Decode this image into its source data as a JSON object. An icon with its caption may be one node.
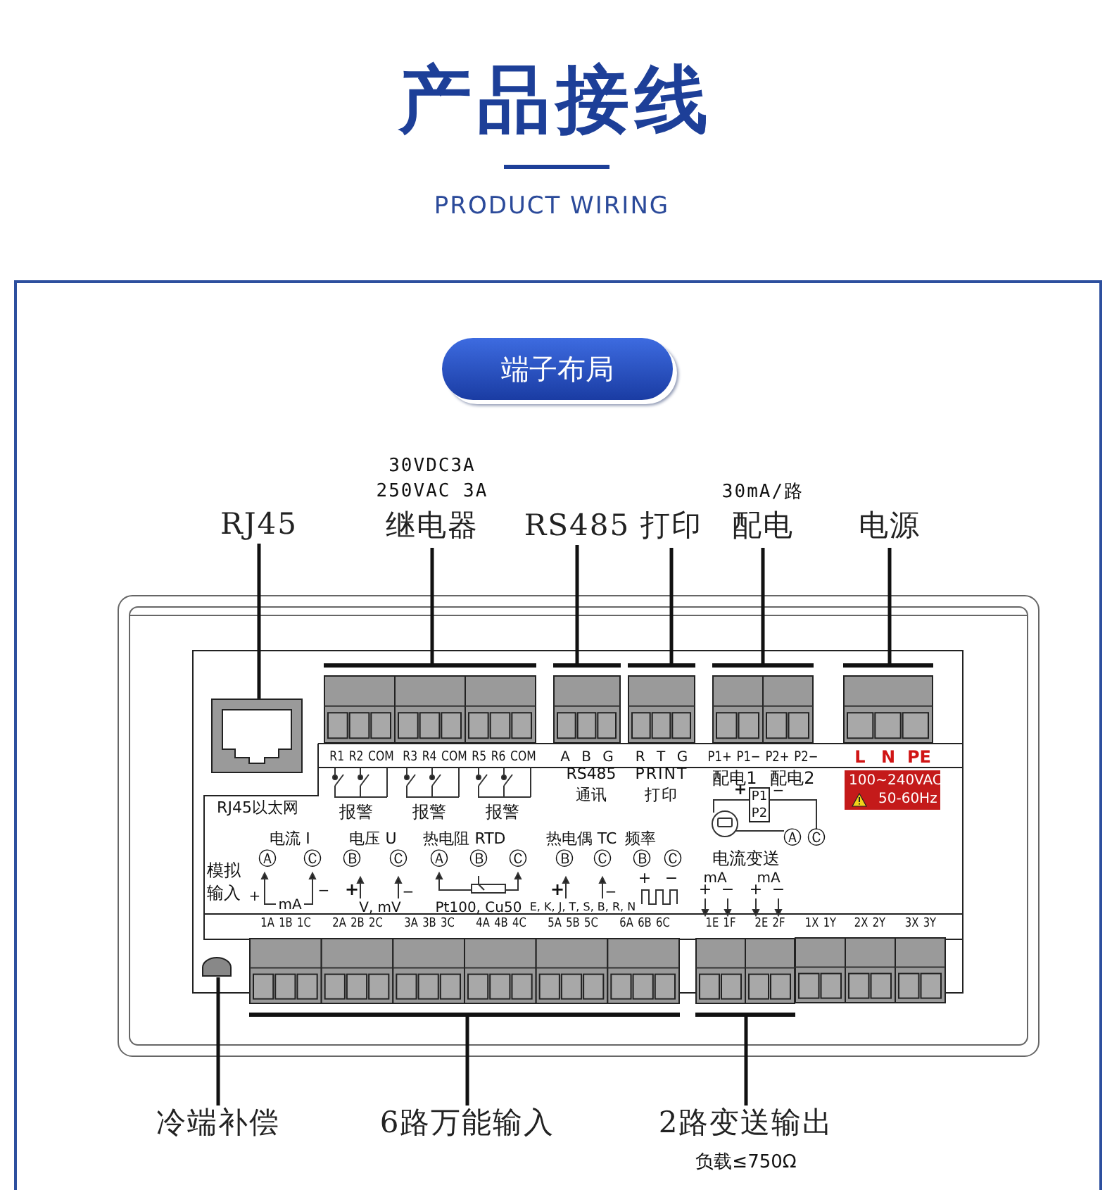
{
  "diagram": {
    "title": "产品接线",
    "nodes": [
      {
        "text": [
          "端子布局"
        ]
      },
      {
        "text": [
          "RJ45"
        ]
      },
      {
        "text": [
          "继电器"
        ],
        "beside": [
          "30VDC3A 250VAC 3A"
        ]
      },
      {
        "text": [
          "RS485"
        ]
      },
      {
        "text": [
          "打印"
        ]
      },
      {
        "text": [
          "配电"
        ],
        "beside": [
          "30mA/路"
        ]
      },
      {
        "text": [
          "电源"
        ]
      },
      {
        "text": [],
        "shape": "box"
      },
      {
        "text": [],
        "shape": "box"
      },
      {
        "text": [],
        "shape": "box"
      },
      {
        "text": [],
        "shape": "box"
      },
      {
        "text": [],
        "shape": "box"
      },
      {
        "text": [],
        "shape": "box"
      },
      {
        "text": [],
        "shape": "circle"
      },
      {
        "text": [],
        "shape": "box"
      },
      {
        "text": [],
        "shape": "box"
      },
      {
        "text": [
          "冷端补偿"
        ]
      },
      {
        "text": [
          "6路万能输入"
        ]
      },
      {
        "text": [
          "2路变送输出"
        ],
        "beside": [
          "负载≤750Ω"
        ]
      },
      {
        "text": [
          "100~240VAC",
          "50-60Hz"
        ]
      },
      {
        "text": [
          "P1",
          "P2"
        ]
      }
    ],
    "edges": [
      {
        "from": 1,
        "to": 7,
        "arrow": "none"
      },
      {
        "from": 2,
        "to": 8,
        "arrow": "none"
      },
      {
        "from": 3,
        "to": 9,
        "arrow": "none"
      },
      {
        "from": 4,
        "to": 10,
        "arrow": "none"
      },
      {
        "from": 5,
        "to": 11,
        "arrow": "none"
      },
      {
        "from": 6,
        "to": 12,
        "arrow": "none"
      },
      {
        "from": 16,
        "to": 13,
        "arrow": "none"
      },
      {
        "from": 17,
        "to": 14,
        "arrow": "none"
      },
      {
        "from": 18,
        "to": 15,
        "arrow": "none"
      }
    ],
    "labels": [
      "PRODUCT WIRING",
      "R1 R2 COM",
      "R3 R4 COM",
      "R5 R6 COM",
      "A B G",
      "R T G",
      "P1+ P1− P2+ P2−",
      "L",
      "N",
      "PE",
      "RS485 通讯",
      "PRINT 打印",
      "配电1",
      "配电2",
      "RJ45以太网",
      "报警",
      "报警",
      "报警",
      "电流 I",
      "电压 U",
      "热电阻 RTD",
      "热电偶 TC",
      "频率",
      "Ⓐ",
      "Ⓒ",
      "Ⓑ",
      "Ⓒ",
      "Ⓐ",
      "Ⓑ",
      "Ⓒ",
      "Ⓑ",
      "Ⓒ",
      "Ⓑ",
      "Ⓒ",
      "+",
      "−",
      "Ⓐ",
      "Ⓒ",
      "电流变送",
      "模拟输入",
      "+",
      "mA",
      "−",
      "+",
      "−",
      "V, mV",
      "Pt100, Cu50",
      "+",
      "−",
      "E, K, J, T, S, B, R, N",
      "+",
      "−",
      "mA",
      "mA",
      "+",
      "−",
      "+",
      "−",
      "1A 1B 1C",
      "2A 2B 2C",
      "3A 3B 3C",
      "4A 4B 4C",
      "5A 5B 5C",
      "6A 6B 6C",
      "1E 1F",
      "2E 2F",
      "1X 1Y",
      "2X 2Y",
      "3X 3Y"
    ]
  }
}
